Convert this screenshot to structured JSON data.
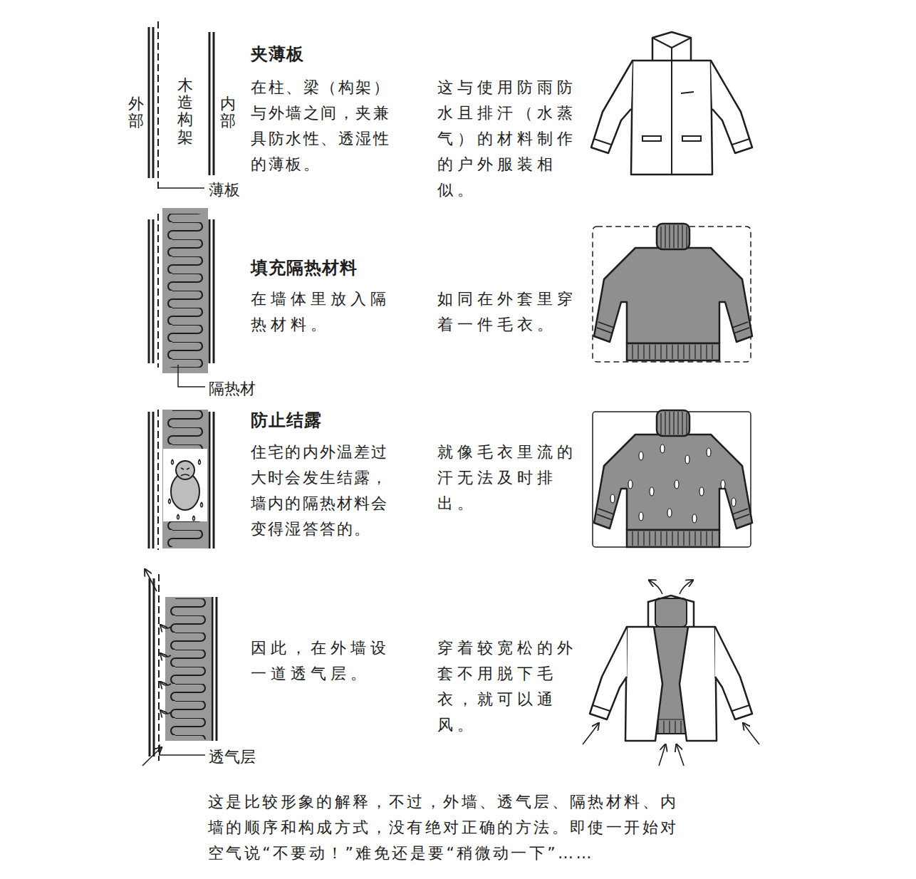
{
  "diagram": {
    "caption": "这是比较形象的解释，不过，外墙、透气层、隔热材料、内墙的顺序和构成方式，没有绝对正确的方法。即使一开始对空气说“不要动！”难免还是要“稍微动一下”……",
    "labels": [
      "外部",
      "木造构架",
      "内部",
      "薄板",
      "夹薄板",
      "在柱、梁（构架）与外墙之间，夹兼具防水性、透湿性的薄板。",
      "这与使用防雨防水且排汗（水蒸气）的材料制作的户外服装相似。",
      "填充隔热材料",
      "在墙体里放入隔热材料。",
      "如同在外套里穿着一件毛衣。",
      "隔热材",
      "防止结露",
      "住宅的内外温差过大时会发生结露，墙内的隔热材料会变得湿答答的。",
      "就像毛衣里流的汗无法及时排出。",
      "因此，在外墙设一道透气层。",
      "穿着较宽松的外套不用脱下毛衣，就可以通风。",
      "透气层"
    ]
  }
}
